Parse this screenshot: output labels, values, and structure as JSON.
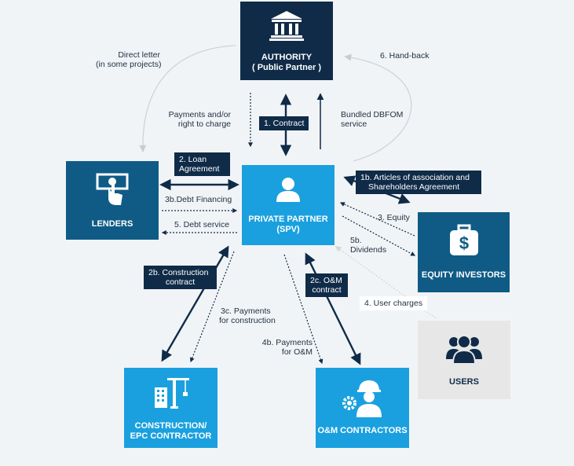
{
  "nodes": {
    "authority": {
      "title": "AUTHORITY",
      "subtitle": "( Public Partner )"
    },
    "private_partner": {
      "title": "PRIVATE PARTNER",
      "subtitle": "(SPV)"
    },
    "lenders": {
      "title": "LENDERS"
    },
    "equity_investors": {
      "title": "EQUITY INVESTORS"
    },
    "users": {
      "title": "USERS"
    },
    "construction": {
      "title": "CONSTRUCTION/",
      "subtitle": "EPC CONTRACTOR"
    },
    "om_contractors": {
      "title": "O&M CONTRACTORS"
    }
  },
  "tags": {
    "contract": "1. Contract",
    "loan_agreement_1": "2. Loan",
    "loan_agreement_2": "Agreement",
    "articles_1": "1b. Articles of association and",
    "articles_2": "Shareholders Agreement",
    "construction_contract_1": "2b. Construction",
    "construction_contract_2": "contract",
    "om_contract_1": "2c. O&M",
    "om_contract_2": "contract",
    "user_charges": "4. User charges"
  },
  "labels": {
    "direct_letter_1": "Direct letter",
    "direct_letter_2": "(in some projects)",
    "payments_1": "Payments and/or",
    "payments_2": "right to charge",
    "bundled_1": "Bundled DBFOM",
    "bundled_2": "service",
    "hand_back": "6. Hand-back",
    "debt_financing": "3b.Debt Financing",
    "debt_service": "5. Debt service",
    "equity": "3. Equity",
    "dividends_1": "5b.",
    "dividends_2": "Dividends",
    "payments_construction_1": "3c. Payments",
    "payments_construction_2": "for construction",
    "payments_om_1": "4b. Payments",
    "payments_om_2": "for O&M"
  },
  "icons": {
    "authority": "government-building-icon",
    "private_partner": "person-icon",
    "lenders": "hand-money-icon",
    "equity_investors": "money-bag-icon",
    "users": "users-group-icon",
    "construction": "crane-building-icon",
    "om_contractors": "worker-gear-icon"
  },
  "colors": {
    "dark_navy": "#0f2b48",
    "mid_blue": "#0f5b86",
    "light_blue": "#1aa0df",
    "grey": "#e7e7e7",
    "background": "#f1f4f7"
  }
}
